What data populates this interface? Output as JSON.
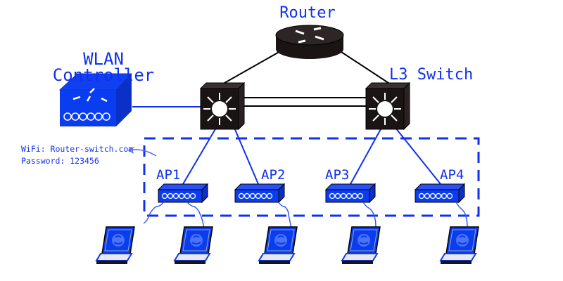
{
  "labels": {
    "router": "Router",
    "wlan_line1": "WLAN",
    "wlan_line2": "Controller",
    "l3_switch": "L3 Switch",
    "wifi": "WiFi: Router-switch.com",
    "password": "Password: 123456",
    "aps": [
      "AP1",
      "AP2",
      "AP3",
      "AP4"
    ]
  },
  "colors": {
    "accent": "#1030f0",
    "device_dark": "#1a1414",
    "link": "#000000"
  }
}
